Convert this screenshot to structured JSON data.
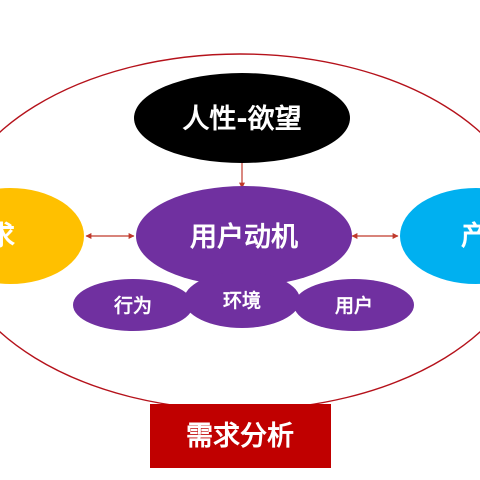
{
  "colors": {
    "ring": "#b5121b",
    "arrow": "#c0392b",
    "top_node": "#000000",
    "center_node": "#7030a0",
    "left_node": "#ffc000",
    "right_node": "#00b0f0",
    "footer_box": "#c00000",
    "text": "#ffffff"
  },
  "nodes": {
    "top": {
      "label": "人性-欲望"
    },
    "center": {
      "label": "用户动机"
    },
    "left": {
      "label": "需求"
    },
    "right": {
      "label": "产品"
    },
    "sub1": {
      "label": "行为"
    },
    "sub2": {
      "label": "环境"
    },
    "sub3": {
      "label": "用户"
    }
  },
  "footer": {
    "label": "需求分析"
  }
}
